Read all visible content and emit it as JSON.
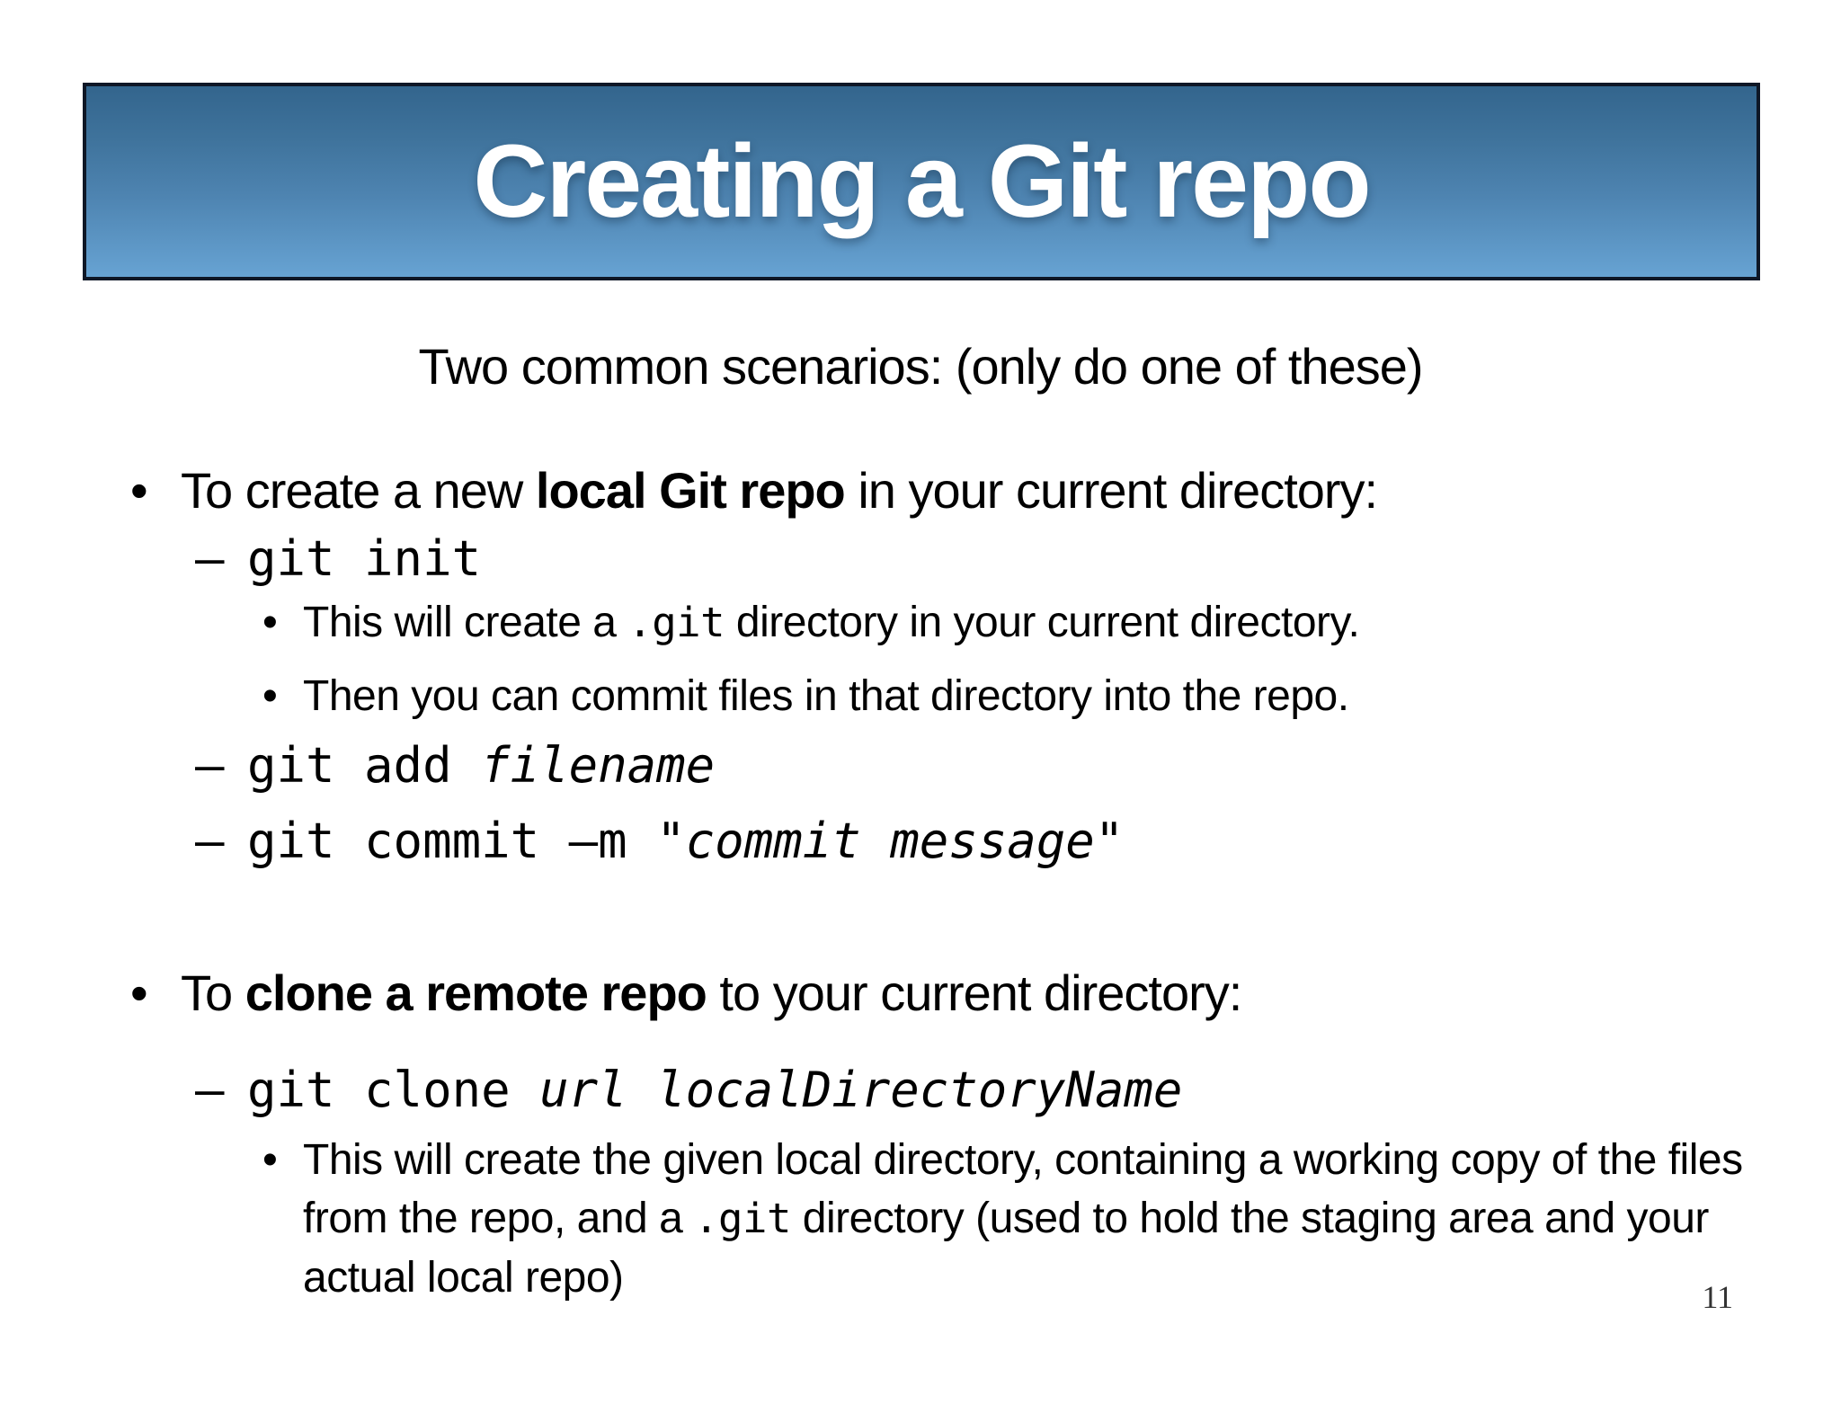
{
  "slide": {
    "title": "Creating a Git repo",
    "subtitle": "Two common scenarios: (only do one of these)",
    "page_number": "11",
    "colors": {
      "banner_top": "#33658d",
      "banner_bottom": "#67a3d3",
      "banner_border": "#0e1726",
      "text": "#000000"
    }
  },
  "glyphs": {
    "bullet": "•",
    "dash": "–"
  },
  "content": {
    "bullet_local": {
      "pre": "To create a new ",
      "bold": "local Git repo",
      "post": " in your current directory:"
    },
    "cmd_init": {
      "text": "git init"
    },
    "sub_git_dir": {
      "pre": "This will create a ",
      "code": ".git",
      "post": " directory in your current directory."
    },
    "sub_commit_files": {
      "text": "Then you can commit files in that directory into the repo."
    },
    "cmd_add": {
      "pre": "git add ",
      "italic": "filename"
    },
    "cmd_commit": {
      "pre": "git commit –m \"",
      "italic": "commit message",
      "post": "\""
    },
    "bullet_clone": {
      "pre": "To ",
      "bold": "clone a remote repo",
      "post": " to your current directory:"
    },
    "cmd_clone": {
      "pre": "git clone ",
      "italic": "url localDirectoryName"
    },
    "sub_clone_detail": {
      "pre": "This will create the given local directory, containing a working copy of the files from the repo, and a ",
      "code": ".git",
      "post": " directory (used to hold the staging area and your actual local repo)"
    }
  }
}
